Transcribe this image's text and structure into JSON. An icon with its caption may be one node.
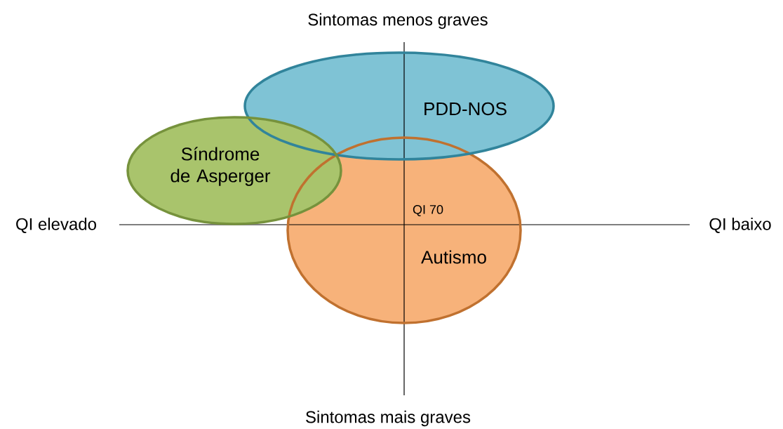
{
  "diagram": {
    "nodes": [
      {
        "text": [
          "PDD-NOS"
        ]
      },
      {
        "text": [
          "Síndrome de Asperger"
        ]
      },
      {
        "text": [
          "Autismo"
        ]
      }
    ],
    "labels": [
      "Sintomas menos graves",
      "QI elevado",
      "QI 70",
      "QI baixo",
      "Sintomas mais graves"
    ]
  }
}
